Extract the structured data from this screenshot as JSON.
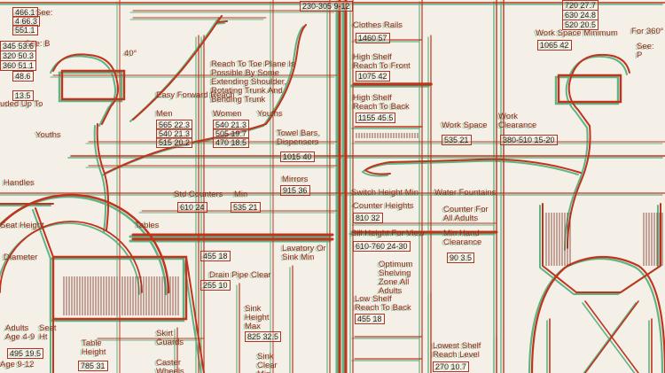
{
  "labels": {
    "easy_forward_reach": "Easy Forward Reach",
    "reach_to_toe": "Reach To Toe Plane Is Possible By Some Extending Shoulder, Rotating Trunk And Bending Trunk",
    "clothes_rails": "Clothes Rails",
    "high_shelf_reach_front": "High Shelf Reach To Front",
    "high_shelf_reach_back": "High Shelf Reach To Back",
    "work_space": "Work Space",
    "work_clearance": "Work Clearance",
    "work_space_minimum": "Work Space Minimum",
    "for_360": "For 360°",
    "men": "Men",
    "women": "Women",
    "youths_top": "Youths",
    "youths_left": "Youths",
    "towel_bars": "Towel Bars, Dispensers",
    "mirrors": "Mirrors",
    "std_counters": "Std Counters",
    "min": "Min",
    "switch_height_min": "Switch Height Min",
    "water_fountains": "Water Fountains",
    "counter_heights": "Counter Heights",
    "counter_for_all_adults": "Counter For All Adults",
    "sill_height_for_view": "Sill Height For View",
    "min_hand_clearance": "Min Hand Clearance",
    "tables": "Tables",
    "lavatory_or_sink_min": "Lavatory Or Sink Min",
    "drain_pipe_clear": "Drain Pipe Clear",
    "optimum_shelving_zone": "Optimum Shelving Zone All Adults",
    "low_shelf_reach_back": "Low Shelf Reach To Back",
    "sink_height_max": "Sink Height Max",
    "skirt_guards": "Skirt Guards",
    "table_height": "Table Height",
    "caster_wheels": "Caster Wheels",
    "sink_clear_min": "Sink Clear Min",
    "lowest_shelf_reach_level": "Lowest Shelf Reach Level",
    "handles": "Handles",
    "seat_height": "Seat Height",
    "diameter": "Diameter",
    "adults_age": "Adults Age 4-9",
    "seat_ht": "Seat Ht",
    "age_9_12": "Age 9-12",
    "angle_40": "40°",
    "see_b": "See: B",
    "see_top": "See:",
    "see_p": "See: P",
    "uded_up_to": "uded Up To"
  },
  "dims": {
    "top_230": "230-305 9-12",
    "top_720": "720 27.7",
    "top_630": "630 24.8",
    "top_520": "520 20.5",
    "top_466": "466.1",
    "top_466b": "4 66.3",
    "top_551": "551.1",
    "left_345": "345 53.6",
    "left_320": "320 50.3",
    "left_360": "360 51.1",
    "left_48": "48.6",
    "left_13": "13.5",
    "clothes_1460": "1460 57",
    "front_1075": "1075 42",
    "back_1155": "1155 45.5",
    "ws_535": "535 21",
    "wc_380": "380-510 15-20",
    "wsm_1065": "1065 42",
    "men_565": "565 22.3",
    "men_540": "540 21.3",
    "men_515": "515 20.2",
    "wom_540": "540 21.3",
    "wom_505": "505 19.7",
    "wom_470": "470 18.5",
    "towel_1015": "1015 40",
    "mirror_915": "915 36",
    "std_610": "610 24",
    "min_535": "535 21",
    "cnt_810": "810 32",
    "sill_610": "610-760 24-30",
    "hand_90": "90 3.5",
    "lav_455": "455 18",
    "drain_255": "255 10",
    "low_455": "455 18",
    "sink_825": "825 32.5",
    "table_785": "785 31",
    "lowest_270": "270 10.7",
    "age_495": "495 19.5"
  }
}
